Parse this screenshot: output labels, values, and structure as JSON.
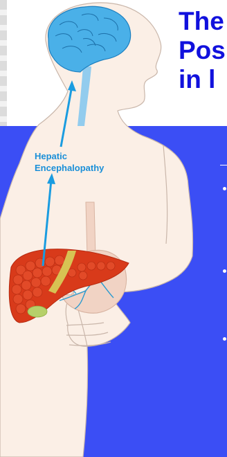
{
  "slide": {
    "title_lines": [
      "The",
      "Pos",
      "in l"
    ],
    "label_lines": [
      "Hepatic",
      "Encephalopathy"
    ]
  },
  "colors": {
    "title": "#1111dd",
    "panel": "#3b4ef5",
    "skin": "#fbefe6",
    "outline": "#c9b6aa",
    "brain": "#4ab0e8",
    "arrow": "#1a9ce0",
    "label": "#1a8fd8",
    "liver": "#d83a1a",
    "gallbladder": "#b6d06a",
    "stomach": "#f1d3c4"
  },
  "icons": [
    "brain-icon",
    "liver-icon",
    "stomach-icon",
    "gallbladder-icon",
    "up-arrow-icon"
  ]
}
